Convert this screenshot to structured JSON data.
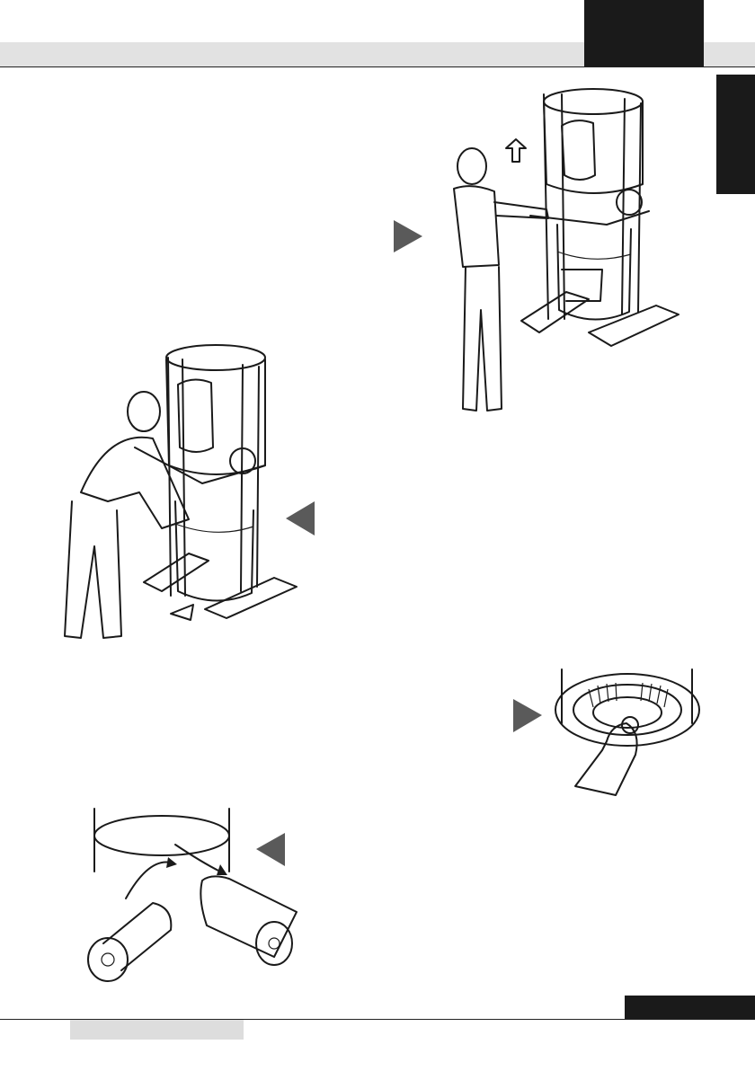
{
  "page": {
    "header_tab_text": "",
    "side_tab_text": "",
    "page_number": "",
    "footer_text": ""
  },
  "figures": [
    {
      "id": "step-lift-container",
      "icon": "right-pointer-arrow"
    },
    {
      "id": "step-remove-bin",
      "icon": "left-pointer-arrow"
    },
    {
      "id": "step-unscrew-knob",
      "icon": "right-pointer-arrow"
    },
    {
      "id": "step-replace-filter",
      "icon": "left-pointer-arrow"
    }
  ],
  "colors": {
    "dark": "#1a1a1a",
    "band": "#e2e2e2",
    "pointer": "#5a5a5a"
  }
}
